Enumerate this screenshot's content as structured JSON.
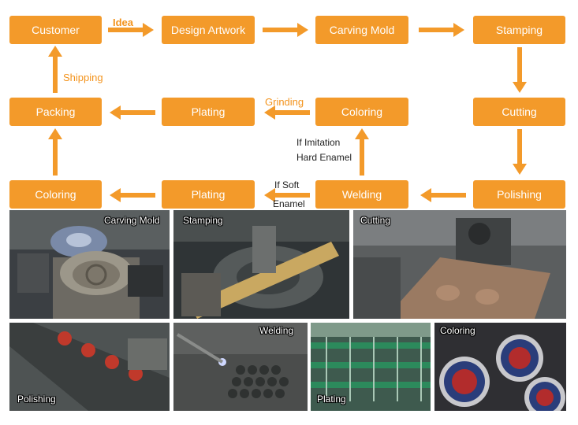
{
  "steps": {
    "customer": "Customer",
    "design_artwork": "Design Artwork",
    "carving_mold": "Carving Mold",
    "stamping": "Stamping",
    "packing": "Packing",
    "plating_top": "Plating",
    "coloring_mid": "Coloring",
    "cutting": "Cutting",
    "coloring_bottom": "Coloring",
    "plating_bottom": "Plating",
    "welding": "Welding",
    "polishing": "Polishing"
  },
  "edge_labels": {
    "idea": "Idea",
    "shipping": "Shipping",
    "grinding": "Grinding",
    "imitation_line1": "If Imitation",
    "imitation_line2": "Hard Enamel",
    "soft_line1": "If Soft",
    "soft_line2": "Enamel"
  },
  "photos": {
    "carving_mold": "Carving Mold",
    "stamping": "Stamping",
    "cutting": "Cutting",
    "polishing": "Polishing",
    "welding": "Welding",
    "plating": "Plating",
    "coloring": "Coloring"
  },
  "colors": {
    "box_fill": "#f39a2a",
    "arrow": "#f39a2a",
    "label": "#f3931c"
  }
}
